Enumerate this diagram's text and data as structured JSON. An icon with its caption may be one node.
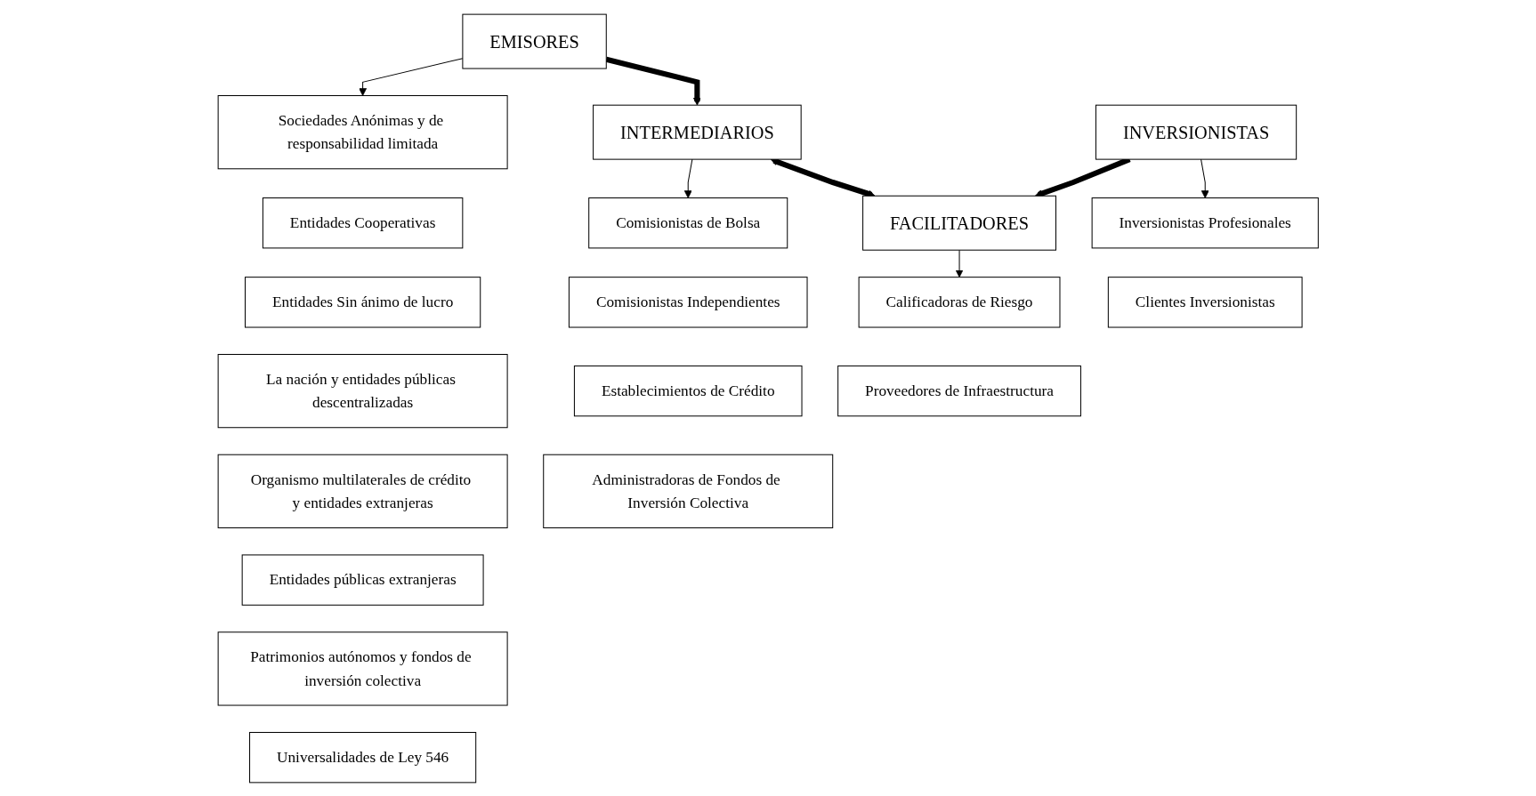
{
  "diagram": {
    "nodes": [
      {
        "text": [
          "EMISORES"
        ]
      },
      {
        "text": [
          "INTERMEDIARIOS"
        ]
      },
      {
        "text": [
          "FACILITADORES"
        ]
      },
      {
        "text": [
          "INVERSIONISTAS"
        ]
      },
      {
        "text": [
          "Sociedades Anónimas y de responsabilidad limitada"
        ]
      },
      {
        "text": [
          "Entidades Cooperativas"
        ]
      },
      {
        "text": [
          "Entidades Sin ánimo de lucro"
        ]
      },
      {
        "text": [
          "La nación y entidades públicas descentralizadas"
        ]
      },
      {
        "text": [
          "Organismo multilaterales de crédito y entidades extranjeras"
        ]
      },
      {
        "text": [
          "Entidades públicas extranjeras"
        ]
      },
      {
        "text": [
          "Patrimonios autónomos y fondos de inversión colectiva"
        ]
      },
      {
        "text": [
          "Universalidades de Ley 546"
        ]
      },
      {
        "text": [
          "Comisionistas de Bolsa"
        ]
      },
      {
        "text": [
          "Comisionistas Independientes"
        ]
      },
      {
        "text": [
          "Establecimientos de Crédito"
        ]
      },
      {
        "text": [
          "Administradoras de Fondos de Inversión Colectiva"
        ]
      },
      {
        "text": [
          "Calificadoras de Riesgo"
        ]
      },
      {
        "text": [
          "Proveedores de Infraestructura"
        ]
      },
      {
        "text": [
          "Inversionistas Profesionales"
        ]
      },
      {
        "text": [
          "Clientes Inversionistas"
        ]
      }
    ],
    "edges": [
      {
        "from": 0,
        "to": 1,
        "arrow": "to",
        "style": "thick"
      },
      {
        "from": 1,
        "to": 2,
        "arrow": "both",
        "style": "thick"
      },
      {
        "from": 3,
        "to": 2,
        "arrow": "to",
        "style": "thick"
      },
      {
        "from": 0,
        "to": 4,
        "arrow": "to"
      },
      {
        "from": 1,
        "to": 12,
        "arrow": "to"
      },
      {
        "from": 2,
        "to": 16,
        "arrow": "to"
      },
      {
        "from": 3,
        "to": 18,
        "arrow": "to"
      }
    ]
  }
}
